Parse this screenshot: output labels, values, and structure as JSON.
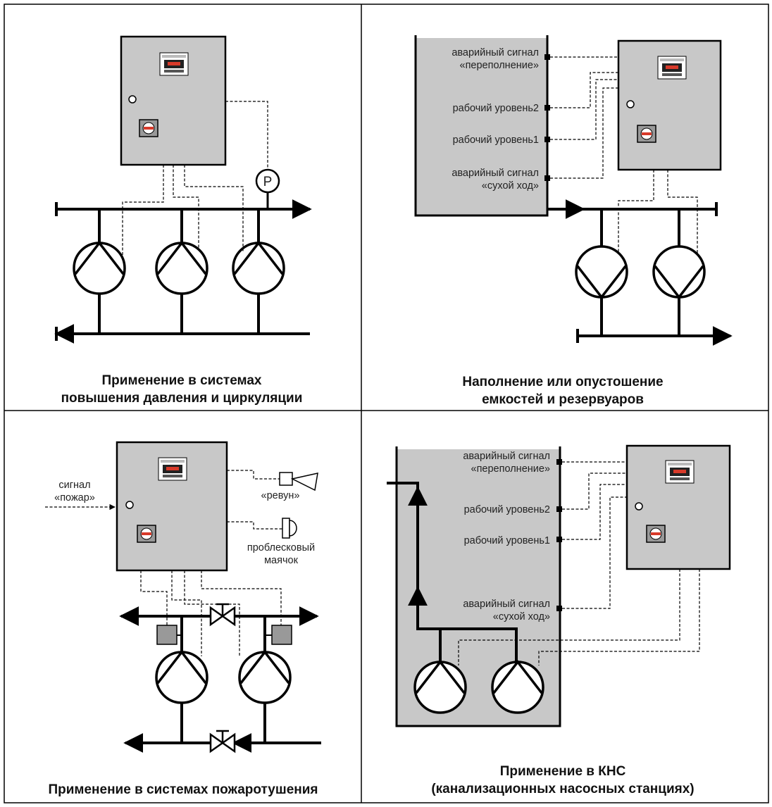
{
  "panel1": {
    "caption_line1": "Применение в системах",
    "caption_line2": "повышения давления и циркуляции",
    "gauge_label": "P"
  },
  "panel2": {
    "caption_line1": "Наполнение или опустошение",
    "caption_line2": "емкостей и резервуаров",
    "overflow_line1": "аварийный сигнал",
    "overflow_line2": "«переполнение»",
    "level2": "рабочий уровень2",
    "level1": "рабочий уровень1",
    "dry_line1": "аварийный сигнал",
    "dry_line2": "«сухой ход»"
  },
  "panel3": {
    "caption": "Применение в системах пожаротушения",
    "fire_line1": "сигнал",
    "fire_line2": "«пожар»",
    "siren": "«ревун»",
    "beacon_line1": "проблесковый",
    "beacon_line2": "маячок"
  },
  "panel4": {
    "caption_line1": "Применение в КНС",
    "caption_line2": "(канализационных насосных станциях)",
    "overflow_line1": "аварийный сигнал",
    "overflow_line2": "«переполнение»",
    "level2": "рабочий уровень2",
    "level1": "рабочий уровень1",
    "dry_line1": "аварийный сигнал",
    "dry_line2": "«сухой ход»"
  },
  "colors": {
    "cabinet": "#c8c8c8",
    "display": "#d83a2a",
    "line": "#000000"
  }
}
